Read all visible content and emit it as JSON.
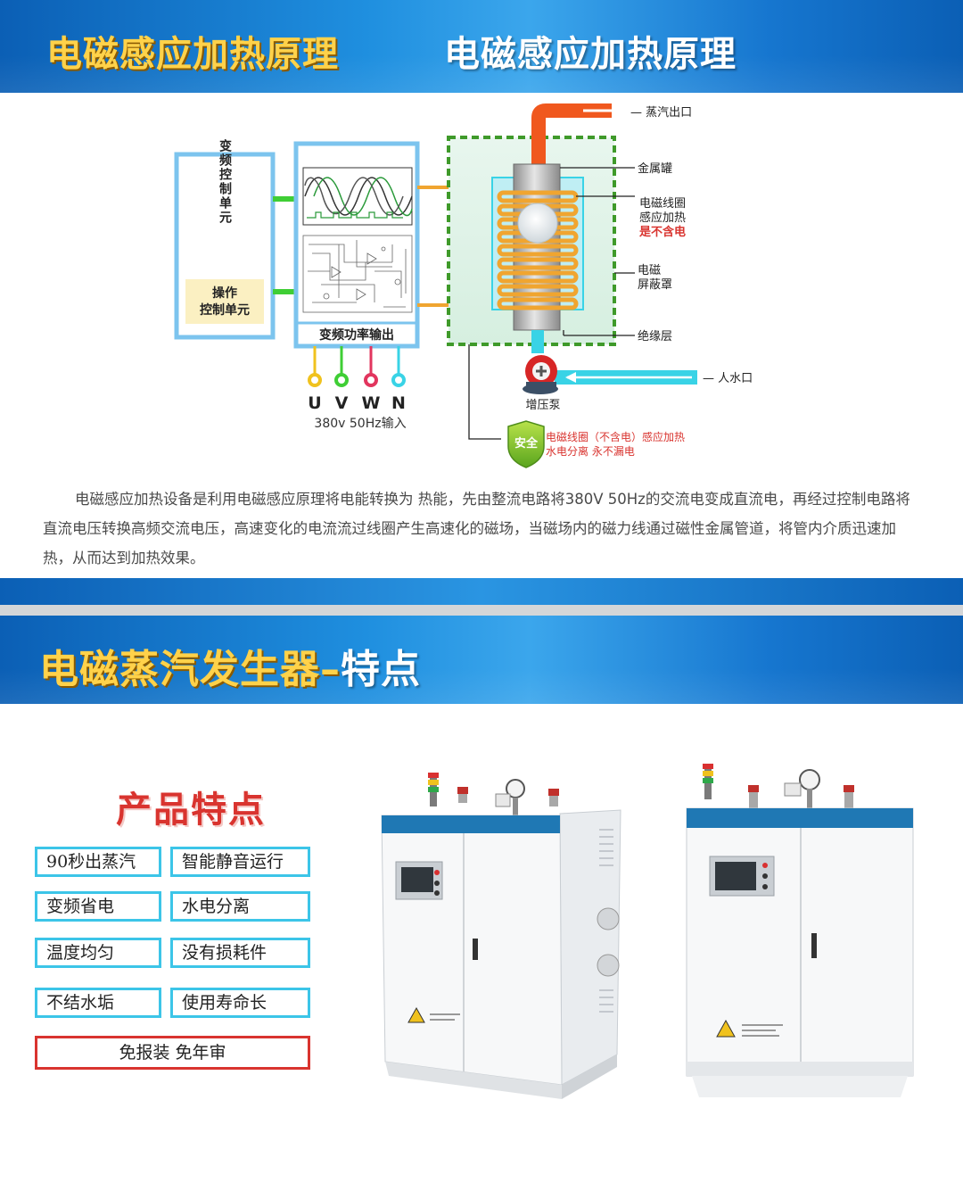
{
  "banner1": {
    "title_left": "电磁感应加热原理",
    "title_right": "电磁感应加热原理"
  },
  "diagram": {
    "control_unit_label": "变频控制单元",
    "operation_unit_label": "操作控制单元",
    "power_output_label": "变频功率输出",
    "phases": [
      "U",
      "V",
      "W",
      "N"
    ],
    "input_label": "380v 50Hz输入",
    "steam_outlet": "— 蒸汽出口",
    "metal_tank": "金属罐",
    "coil_line1": "电磁线圈",
    "coil_line2": "感应加热",
    "coil_line3": "是不含电",
    "shield_line1": "电磁",
    "shield_line2": "屏蔽罩",
    "insulation": "绝缘层",
    "water_inlet": "— 人水口",
    "pump": "增压泵",
    "safety_badge": "安全",
    "safety_line1": "电磁线圈（不含电）感应加热",
    "safety_line2": "水电分离  永不漏电",
    "colors": {
      "steam_pipe": "#f0581e",
      "water_pipe": "#39d3e6",
      "coil": "#f0a530",
      "shield_border": "#3f9a2a",
      "box_border": "#7cc4ee",
      "safety_text": "#d9342f"
    }
  },
  "description": "电磁感应加热设备是利用电磁感应原理将电能转换为 热能，先由整流电路将380V 50Hz的交流电变成直流电，再经过控制电路将直流电压转换高频交流电压，高速变化的电流流过线圈产生高速化的磁场，当磁场内的磁力线通过磁性金属管道，将管内介质迅速加热，从而达到加热效果。",
  "banner2": {
    "title_yellow": "电磁蒸汽发生器",
    "title_dash": "–",
    "title_white": "特点"
  },
  "features": {
    "title": "产品特点",
    "items": [
      "90秒出蒸汽",
      "智能静音运行",
      "变频省电",
      "水电分离",
      "温度均匀",
      "没有损耗件",
      "不结水垢",
      "使用寿命长"
    ],
    "highlight": "免报装 免年审"
  },
  "machines": [
    "steam-generator-angled",
    "steam-generator-front"
  ]
}
